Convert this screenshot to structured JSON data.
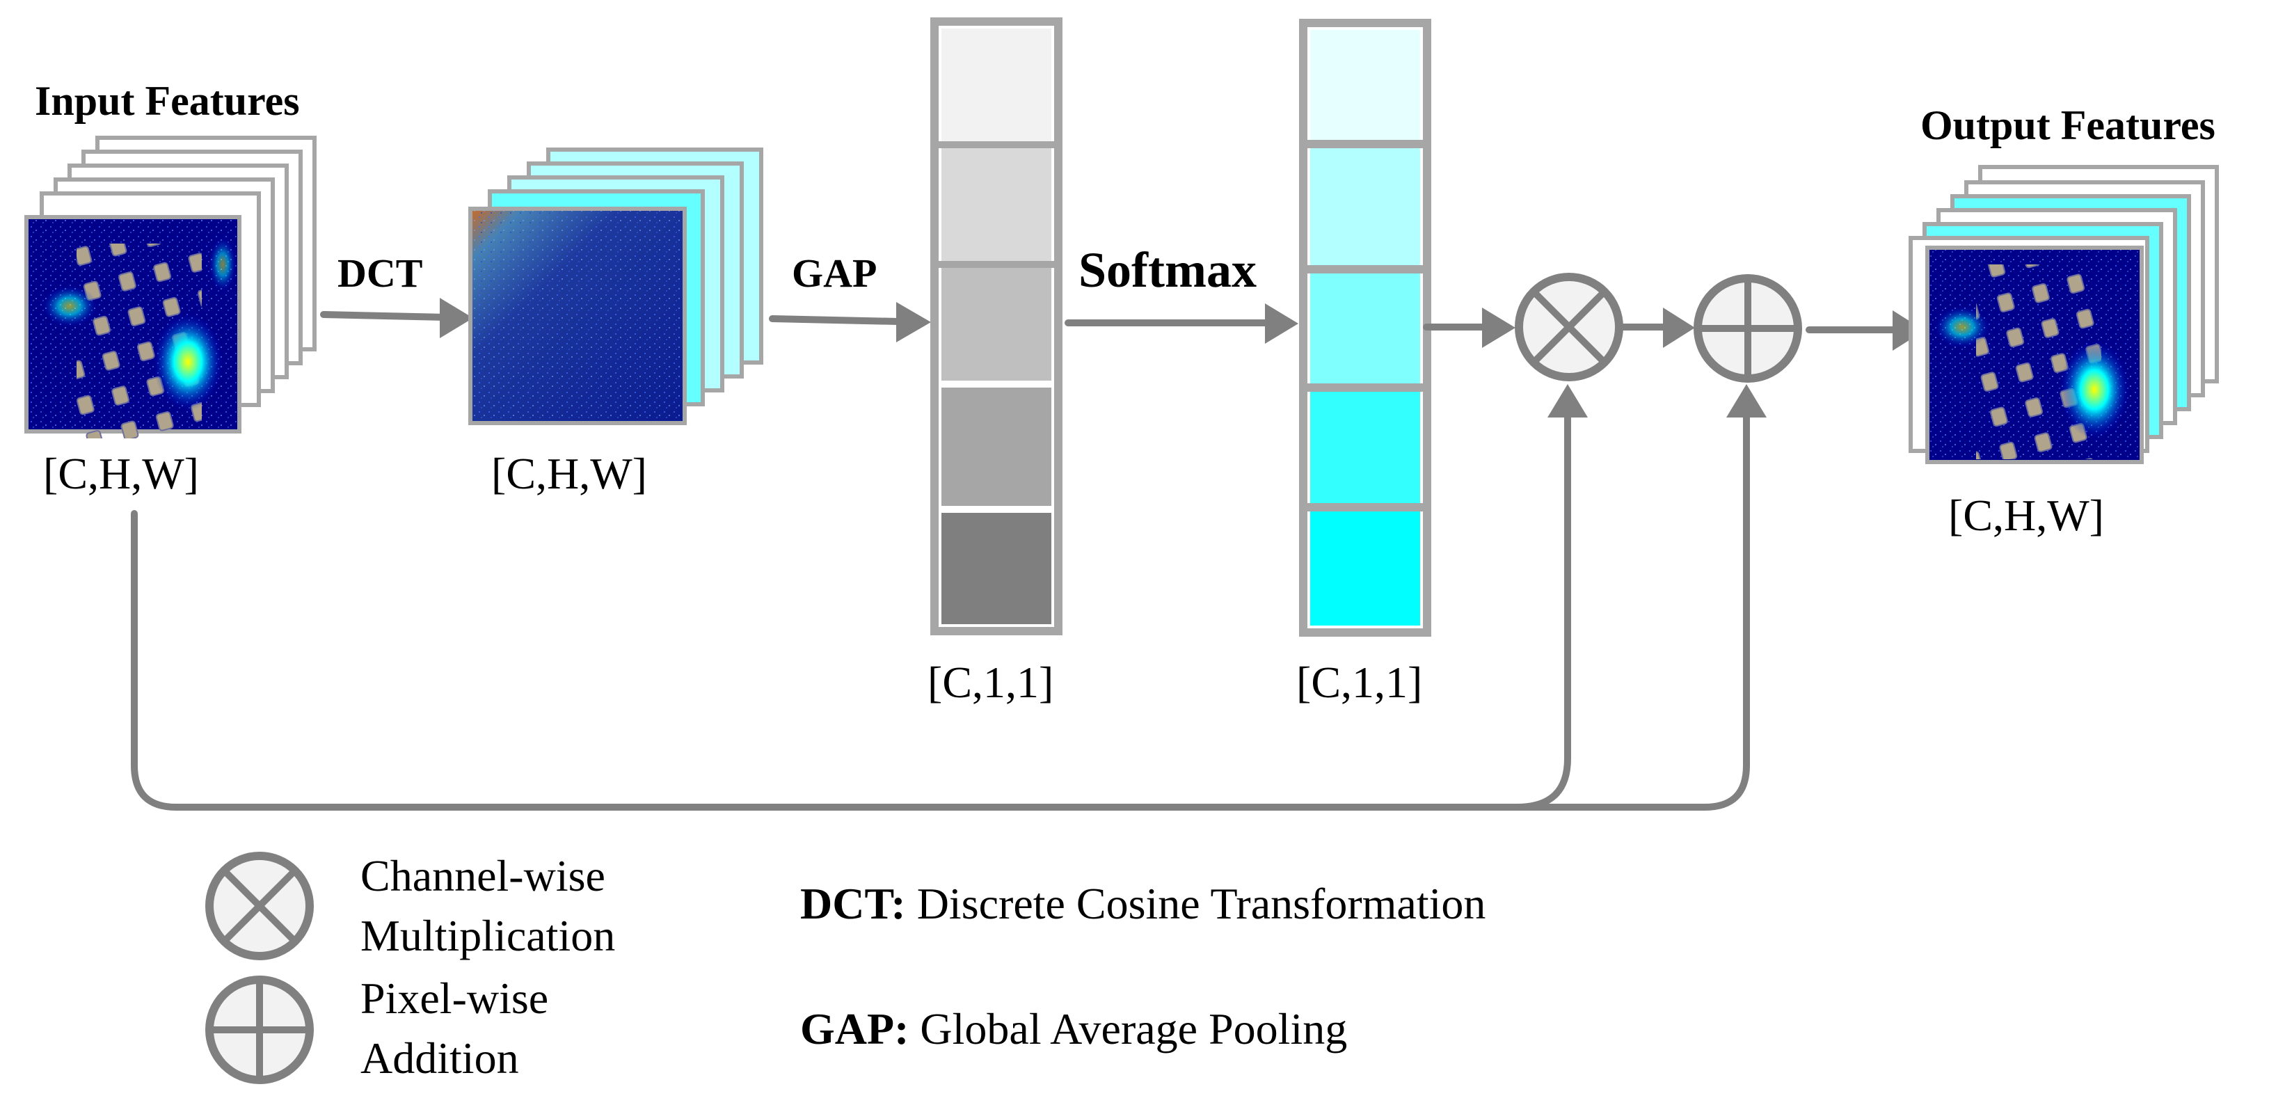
{
  "labels": {
    "input_features": "Input Features",
    "output_features": "Output Features",
    "shape_chw": "[C,H,W]",
    "shape_c11": "[C,1,1]",
    "dct": "DCT",
    "gap": "GAP",
    "softmax": "Softmax"
  },
  "legend": {
    "multiply_line1": "Channel-wise",
    "multiply_line2": "Multiplication",
    "add_line1": "Pixel-wise",
    "add_line2": "Addition",
    "dct_key": "DCT:",
    "dct_value": " Discrete Cosine Transformation",
    "gap_key": "GAP:",
    "gap_value": " Global Average Pooling"
  },
  "colors": {
    "gap_vector": [
      "#f2f2f2",
      "#d9d9d9",
      "#bfbfbf",
      "#a6a6a6",
      "#7f7f7f"
    ],
    "softmax_vector": [
      "#e6ffff",
      "#b3ffff",
      "#80ffff",
      "#33ffff",
      "#00ffff"
    ],
    "flow_gray": "#808080",
    "heatmap_bg": "#00008b",
    "cyan_stack": "#66ffff"
  }
}
